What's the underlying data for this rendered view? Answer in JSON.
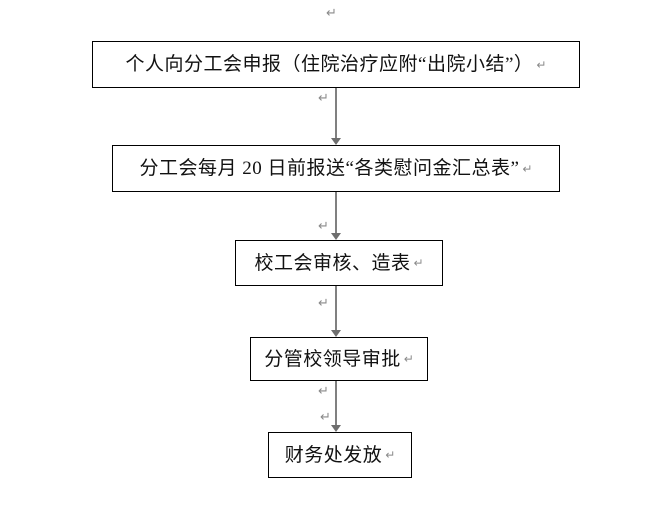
{
  "document": {
    "type": "flowchart",
    "orientation": "vertical",
    "background_color": "#ffffff",
    "box_border_color": "#000000",
    "text_color": "#111111",
    "connector_color": "#808080",
    "pilcrow_color": "#8a8a8a"
  },
  "flowchart": {
    "nodes": [
      {
        "id": "node-1",
        "step": 1,
        "label": "个人向分工会申报（住院治疗应附“出院小结”）",
        "shape": "rectangle"
      },
      {
        "id": "node-2",
        "step": 2,
        "label": "分工会每月 20 日前报送“各类慰问金汇总表”",
        "shape": "rectangle"
      },
      {
        "id": "node-3",
        "step": 3,
        "label": "校工会审核、造表",
        "shape": "rectangle"
      },
      {
        "id": "node-4",
        "step": 4,
        "label": "分管校领导审批",
        "shape": "rectangle"
      },
      {
        "id": "node-5",
        "step": 5,
        "label": "财务处发放",
        "shape": "rectangle"
      }
    ],
    "connectors": [
      {
        "id": "connector-1",
        "from": "node-1",
        "to": "node-2",
        "arrow": "down"
      },
      {
        "id": "connector-2",
        "from": "node-2",
        "to": "node-3",
        "arrow": "down"
      },
      {
        "id": "connector-3",
        "from": "node-3",
        "to": "node-4",
        "arrow": "down"
      },
      {
        "id": "connector-4",
        "from": "node-4",
        "to": "node-5",
        "arrow": "down"
      }
    ],
    "marks": {
      "pilcrow": "↵"
    }
  }
}
